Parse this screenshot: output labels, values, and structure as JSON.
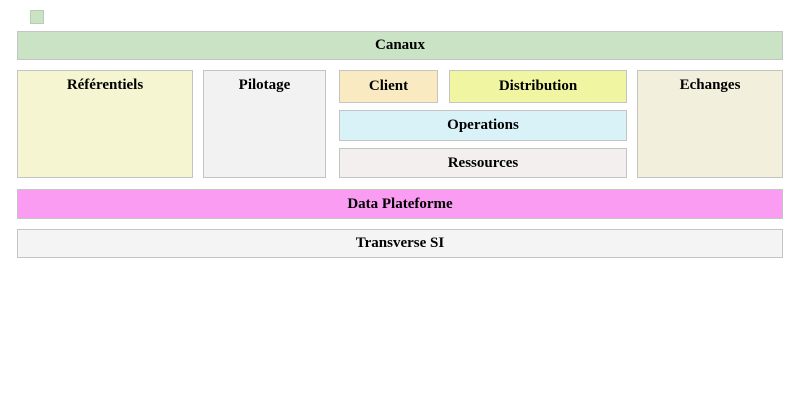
{
  "diagram": {
    "legend_swatch": {
      "color": "#cbe3c5"
    },
    "canaux": {
      "label": "Canaux",
      "bg": "#cbe3c5"
    },
    "referentiels": {
      "label": "Référentiels",
      "bg": "#f5f5d2"
    },
    "pilotage": {
      "label": "Pilotage",
      "bg": "#f2f2f2"
    },
    "client": {
      "label": "Client",
      "bg": "#faeac2"
    },
    "distribution": {
      "label": "Distribution",
      "bg": "#eff5a0"
    },
    "operations": {
      "label": "Operations",
      "bg": "#d8f2f8"
    },
    "ressources": {
      "label": "Ressources",
      "bg": "#f3efef"
    },
    "echanges": {
      "label": "Echanges",
      "bg": "#f3efdd"
    },
    "data_plateforme": {
      "label": "Data Plateforme",
      "bg": "#fa9df2"
    },
    "transverse_si": {
      "label": "Transverse SI",
      "bg": "#f4f4f4"
    },
    "border_color": "#c4c4c4",
    "text_color": "#000000"
  }
}
